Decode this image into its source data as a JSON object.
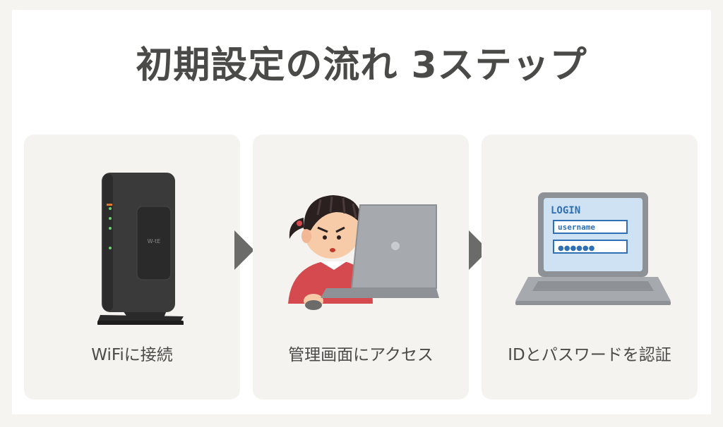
{
  "title": "初期設定の流れ 3ステップ",
  "steps": [
    {
      "label": "WiFiに接続",
      "illustration": "wifi-router"
    },
    {
      "label": "管理画面にアクセス",
      "illustration": "person-at-laptop"
    },
    {
      "label": "IDとパスワードを認証",
      "illustration": "laptop-login-screen"
    }
  ],
  "login_screen": {
    "heading": "LOGIN",
    "username": "username",
    "password_mask": "●●●●●●"
  },
  "router_badge": "W-tE",
  "colors": {
    "background": "#f6f4f1",
    "panel": "#ffffff",
    "card": "#f5f3f0",
    "text": "#4a4a48",
    "arrow": "#6b6b69",
    "login_blue": "#2f6fb3"
  }
}
